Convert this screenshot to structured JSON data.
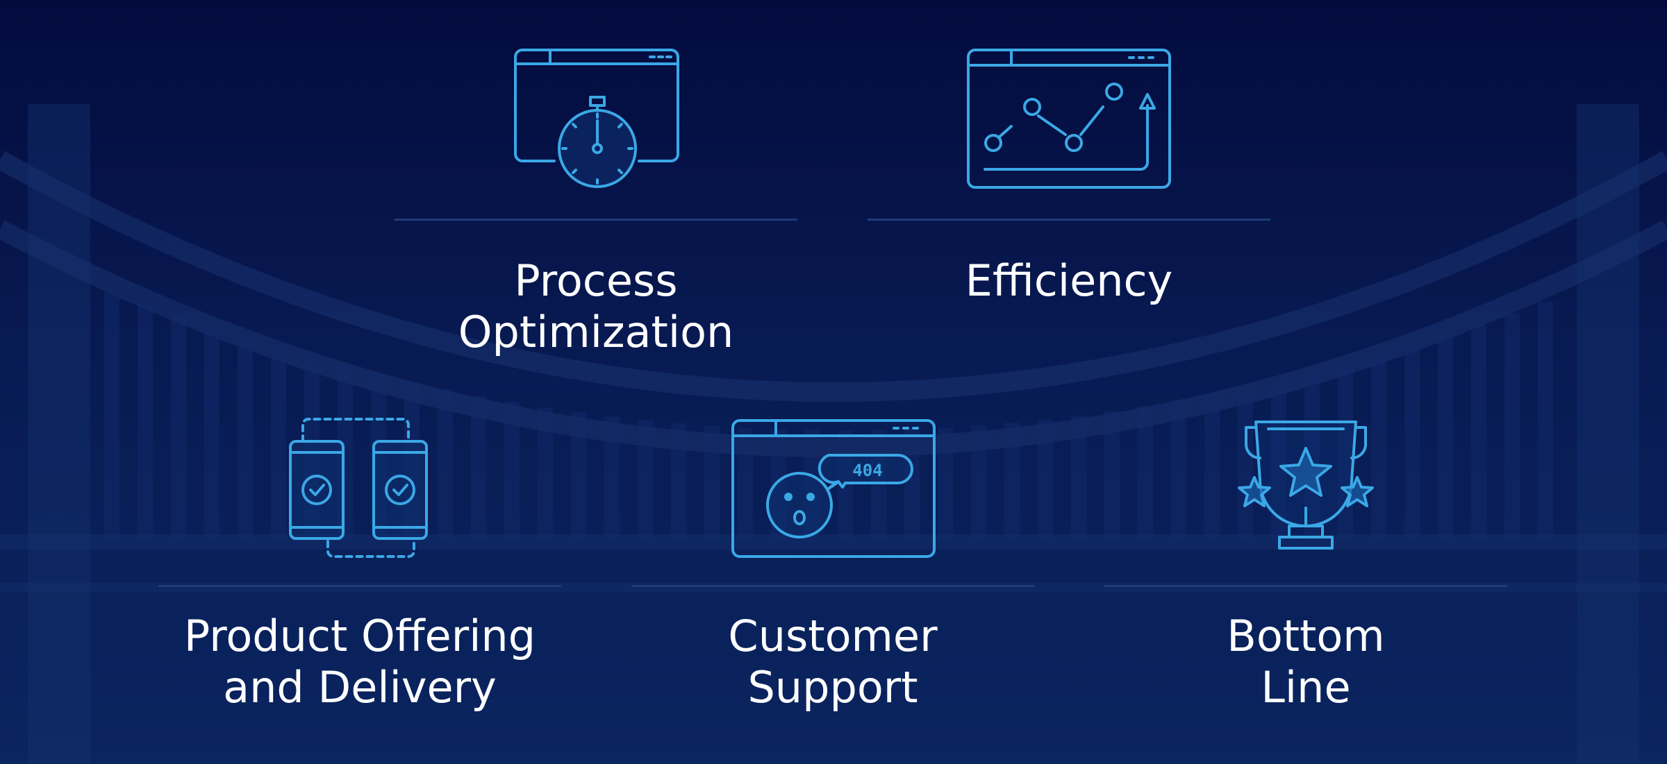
{
  "features": [
    {
      "id": "process-optimization",
      "label": "Process\nOptimization",
      "icon": "stopwatch-window-icon"
    },
    {
      "id": "efficiency",
      "label": "Efficiency",
      "icon": "growth-chart-window-icon"
    },
    {
      "id": "product-offering",
      "label": "Product Offering\nand Delivery",
      "icon": "mobile-sync-icon"
    },
    {
      "id": "customer-support",
      "label": "Customer\nSupport",
      "icon": "error-404-window-icon"
    },
    {
      "id": "bottom-line",
      "label": "Bottom\nLine",
      "icon": "trophy-stars-icon"
    }
  ],
  "icon_text": {
    "error_code": "404"
  },
  "colors": {
    "background_top": "#030b3d",
    "background_bottom": "#0b2560",
    "icon_stroke": "#3ba8e6",
    "divider": "#1e3c78",
    "label": "#ffffff"
  }
}
